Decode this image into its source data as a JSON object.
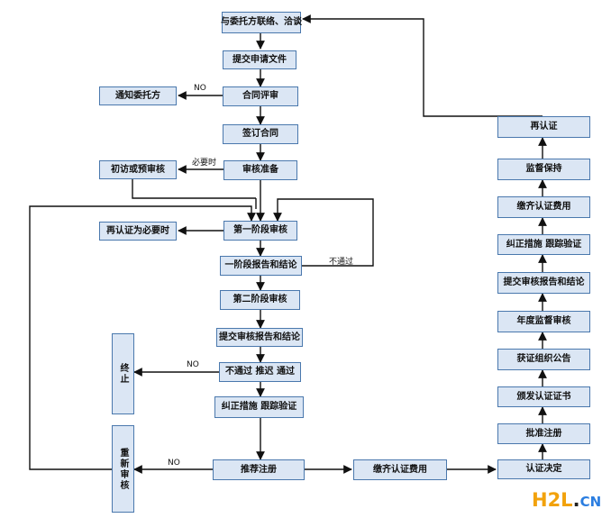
{
  "nodes": {
    "contact": "与委托方联络、洽谈",
    "submit_application": "提交申请文件",
    "contract_review": "合同评审",
    "notify_client": "通知委托方",
    "sign_contract": "签订合同",
    "audit_prep": "审核准备",
    "pre_visit": "初访或预审核",
    "stage1_audit": "第一阶段审核",
    "recert_if_needed": "再认证为必要时",
    "stage1_report": "一阶段报告和结论",
    "stage2_audit": "第二阶段审核",
    "submit_report_left": "提交审核报告和结论",
    "terminate": "终止",
    "decision": "不通过 推迟 通过",
    "corrective_left": "纠正措施 跟踪验证",
    "reaudit": "重新审核",
    "recommend": "推荐注册",
    "pay_fee_bottom": "缴齐认证费用",
    "cert_decision": "认证决定",
    "approve_reg": "批准注册",
    "issue_cert": "颁发认证证书",
    "announce": "获证组织公告",
    "annual_supervision": "年度监督审核",
    "submit_report_right": "提交审核报告和结论",
    "corrective_right": "纠正措施 跟踪验证",
    "pay_fee_right": "缴齐认证费用",
    "maintain": "监督保持",
    "recert": "再认证"
  },
  "labels": {
    "no_contract": "NO",
    "when_needed": "必要时",
    "fail": "不通过",
    "no_terminate": "NO",
    "no_reaudit": "NO"
  },
  "watermark": {
    "a": "H2L",
    "b": ".",
    "c": "CN"
  },
  "colors": {
    "box_fill": "#dbe6f4",
    "box_border": "#4a78ad",
    "line": "#111111"
  }
}
